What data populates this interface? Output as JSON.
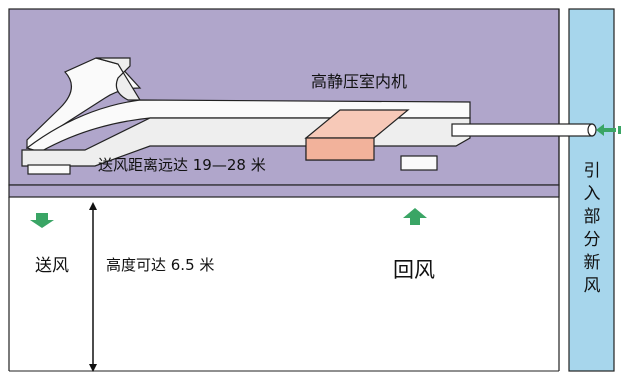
{
  "labels": {
    "unit": "高静压室内机",
    "throw_distance": "送风距离远达 19—28 米",
    "supply_air": "送风",
    "height": "高度可达 6.5 米",
    "return_air": "回风",
    "fresh_air": "引入部分新风"
  },
  "colors": {
    "ceiling": "#b0a6cb",
    "duct_panel": "#a7d6ec",
    "unit_body": "#f2b29b",
    "supply_arrow": "#3aa565",
    "return_arrow": "#3aa565",
    "outline": "#222222"
  }
}
